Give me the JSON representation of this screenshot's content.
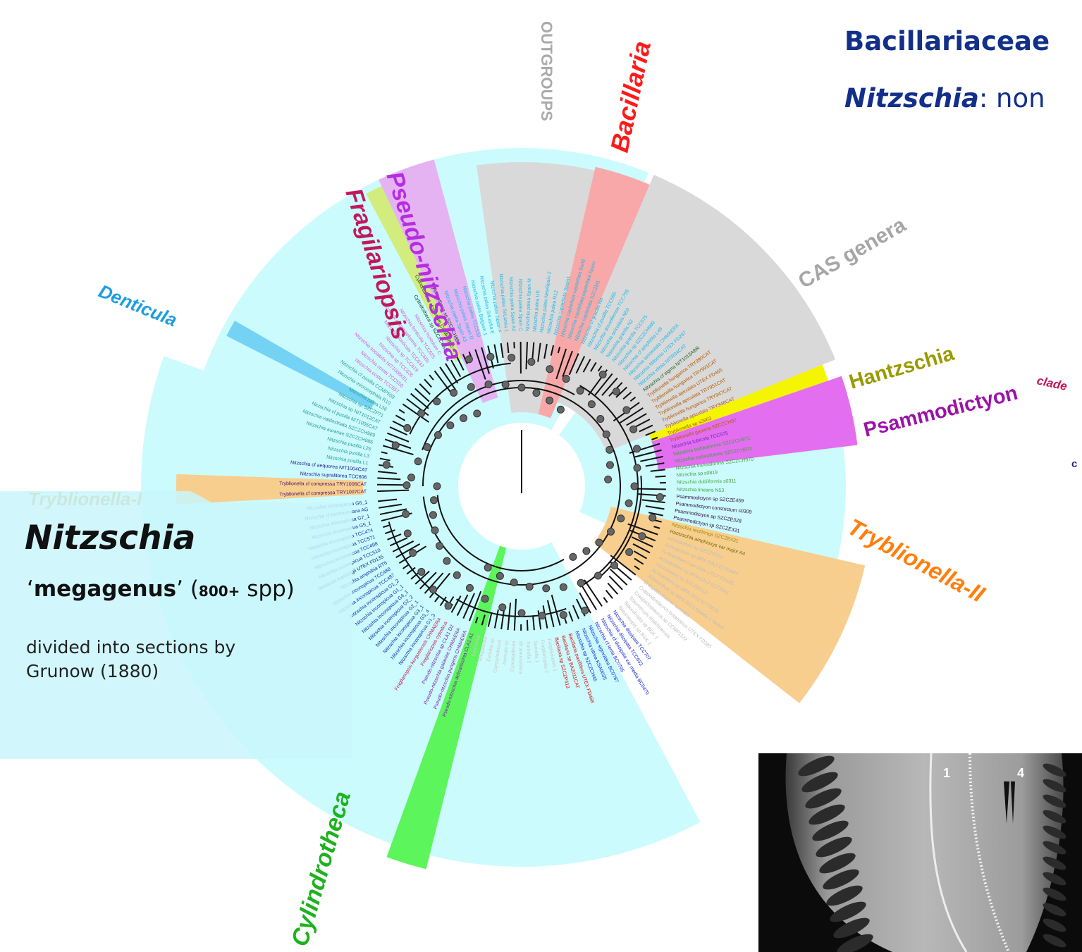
{
  "header": {
    "line1": "Bacillariaceae",
    "line2_genus": "Nitzschia",
    "line2_rest": ": non"
  },
  "clades": [
    {
      "id": "outgroups",
      "label": "OUTGROUPS",
      "color": "#aaaaaa",
      "band": "#d9d9d9"
    },
    {
      "id": "bacillaria",
      "label": "Bacillaria",
      "color": "#ff1a1a",
      "band": "#f8a8a8"
    },
    {
      "id": "cas",
      "label": "CAS genera",
      "color": "#a6a6a6",
      "band": "#d9d9d9"
    },
    {
      "id": "hantzschia",
      "label": "Hantzschia",
      "color": "#9a9a00",
      "band": "#f5f500"
    },
    {
      "id": "psammodictyon",
      "label": "Psammodictyon",
      "color": "#9b12a8",
      "band": "#e36ef0"
    },
    {
      "id": "tryblionella2",
      "label": "Tryblionella-II",
      "color": "#ff7f0e",
      "band": "#f8ce8e"
    },
    {
      "id": "cylindrotheca",
      "label": "Cylindrotheca",
      "color": "#1fb21f",
      "band": "#5cf55c"
    },
    {
      "id": "tryblionella1",
      "label": "Tryblionella-I",
      "color": "#d49a2e",
      "band": "#f8ce8e"
    },
    {
      "id": "denticula",
      "label": "Denticula",
      "color": "#1e9ee0",
      "band": "#74d3f5"
    },
    {
      "id": "fragilariopsis",
      "label": "Fragilariopsis",
      "color": "#c2185b",
      "band": "#d2ec7e"
    },
    {
      "id": "pseudonitzschia",
      "label": "Pseudo-nitzschia",
      "color": "#b52ee0",
      "band": "#e5b3f2"
    }
  ],
  "side_labels": {
    "clade": "clade",
    "c": "c"
  },
  "nitzschia_box": {
    "title": "Nitzschia",
    "mega_open": "‘",
    "mega_word": "megagenus",
    "mega_close": "’ (",
    "count": "800+",
    "spp": " spp)",
    "line3": "divided into sections by",
    "line4": "Grunow  (1880)"
  },
  "photo": {
    "label_1": "1",
    "label_4": "4"
  },
  "leaf_labels": [
    {
      "text": "Tryblionella cf compressa TRY1007CAT",
      "color": "#4a0f6b"
    },
    {
      "text": "Tryblionella cf compressa TRY1006CAT",
      "color": "#4a0f6b"
    },
    {
      "text": "Nitzschia supralitorea TCC606",
      "color": "#21128a"
    },
    {
      "text": "Nitzschia cf aequorea NIT1004CAT",
      "color": "#21128a"
    },
    {
      "text": "Nitzschia pusilla L1",
      "color": "#2a9d8f"
    },
    {
      "text": "Nitzschia pusilla L3",
      "color": "#2a9d8f"
    },
    {
      "text": "Nitzschia pusilla L25",
      "color": "#2a9d8f"
    },
    {
      "text": "Nitzschia aurariae SZCZCH986",
      "color": "#2a9d8f"
    },
    {
      "text": "Nitzschia valdestriata SZCZCH989",
      "color": "#2a9d8f"
    },
    {
      "text": "Nitzschia cf pusilla NIT1005CAT",
      "color": "#2a9d8f"
    },
    {
      "text": "Nitzschia sp NIT1012CAT",
      "color": "#2a9d8f"
    },
    {
      "text": "Nitzschia sp SZCZP71",
      "color": "#2a9d8f"
    },
    {
      "text": "Nitzschia palea L56",
      "color": "#2a9d8f"
    },
    {
      "text": "Nitzschia microcephala R10",
      "color": "#2a9d8f"
    },
    {
      "text": "Nitzschia cf pusilla CCMP558",
      "color": "#2a9d8f"
    },
    {
      "text": "Nitzschia costei TCC657",
      "color": "#d65cd6"
    },
    {
      "text": "Nitzschia costei TCC550",
      "color": "#d65cd6"
    },
    {
      "text": "Nitzschia sociabilis NIT1008KEL",
      "color": "#d65cd6"
    },
    {
      "text": "Nitzschia sp TCC626",
      "color": "#d65cd6"
    },
    {
      "text": "Nitzschia sp TCC619",
      "color": "#d65cd6"
    },
    {
      "text": "Nitzschia fonticola TCC633",
      "color": "#d65cd6"
    },
    {
      "text": "Nitzschia cf paleaeformis TCC660",
      "color": "#d65cd6"
    },
    {
      "text": "Nitzschia fonticola TCC625",
      "color": "#d65cd6"
    },
    {
      "text": "Nitzschia frustulum C",
      "color": "#d65cd6"
    },
    {
      "text": "Cylindrotheca sp SZCZCH52",
      "color": "#123d12"
    },
    {
      "text": "Cylindrotheca closterium CCMP1855",
      "color": "#123d12"
    },
    {
      "text": "Cylindrotheca sp SZCZCH880",
      "color": "#123d12"
    },
    {
      "text": "Nitzschia palea Spain A3",
      "color": "#1ab8e8"
    },
    {
      "text": "Nitzschia palea Japan D",
      "color": "#1ab8e8"
    },
    {
      "text": "Nitzschia palea TCC530",
      "color": "#1ab8e8"
    },
    {
      "text": "Nitzschia palea Belgium 1",
      "color": "#1ab8e8"
    },
    {
      "text": "Nitzschia palea SriLanka E",
      "color": "#1ab8e8"
    },
    {
      "text": "Nitzschia palea Japan F",
      "color": "#1ab8e8"
    },
    {
      "text": "Nitzschia palea SriLanka 1",
      "color": "#1ab8e8"
    },
    {
      "text": "Nitzschia palea Spain A2",
      "color": "#1ab8e8"
    },
    {
      "text": "Nitzschia palea Spain C",
      "color": "#1ab8e8"
    },
    {
      "text": "Nitzschia palea Spain M",
      "color": "#1ab8e8"
    },
    {
      "text": "Nitzschia palea UK",
      "color": "#1ab8e8"
    },
    {
      "text": "Nitzschia palea NewSpain 2",
      "color": "#1ab8e8"
    },
    {
      "text": "Nitzschia palea R12",
      "color": "#1ab8e8"
    },
    {
      "text": "Nitzschia capitellata Spain1",
      "color": "#1ab8e8"
    },
    {
      "text": "Nitzschia capitellata capitellata Sudd",
      "color": "#1ab8e8"
    },
    {
      "text": "Nitzschia capitellata capitellata Spain",
      "color": "#1ab8e8"
    },
    {
      "text": "Nitzschia capitellata SZCZM1",
      "color": "#1ab8e8"
    },
    {
      "text": "Nitzschia cf gracilis N4",
      "color": "#1ab8e8"
    },
    {
      "text": "Nitzschia cf pusilla TCC585",
      "color": "#1ab8e8"
    },
    {
      "text": "Nitzschia draveillensis TCC758",
      "color": "#1ab8e8"
    },
    {
      "text": "Nitzschia acicularis N50",
      "color": "#1ab8e8"
    },
    {
      "text": "Nitzschia gracilis N2",
      "color": "#1ab8e8"
    },
    {
      "text": "Nitzschia gracilis TCC575",
      "color": "#1ab8e8"
    },
    {
      "text": "Nitzschia sp SZCZCH990",
      "color": "#1ab8e8"
    },
    {
      "text": "Nitzschia cf amphibia L48",
      "color": "#1ab8e8"
    },
    {
      "text": "Nitzschia lanceolata CHMAERA",
      "color": "#1ab8e8"
    },
    {
      "text": "Nitzschia filiformis UTEX FD267",
      "color": "#1ab8e8"
    },
    {
      "text": "Nitzschia vitrea NITR04CAT",
      "color": "#1ab8e8"
    },
    {
      "text": "Nitzschia cf sigma NIT1013ABR",
      "color": "#1b5e20"
    },
    {
      "text": "Tryblionella hungarica TRY990CAT",
      "color": "#b35c00"
    },
    {
      "text": "Tryblionella hungarica TRY991CAT",
      "color": "#b35c00"
    },
    {
      "text": "Tryblionella apiculata UTEX FD465",
      "color": "#b35c00"
    },
    {
      "text": "Tryblionella apiculata TRY951CAT",
      "color": "#b35c00"
    },
    {
      "text": "Tryblionella hungarica TRY947CAT",
      "color": "#b35c00"
    },
    {
      "text": "Tryblionella apiculata TRY946CAT",
      "color": "#b35c00"
    },
    {
      "text": "Tryblionella sp s0863",
      "color": "#b35c00"
    },
    {
      "text": "Tryblionella gaoana SZCZCH97",
      "color": "#b35c00"
    },
    {
      "text": "Nitzschia tubicola TCC575",
      "color": "#6d2aa8"
    },
    {
      "text": "Nitzschia traheaformis SZCZCH971",
      "color": "#3fa33f"
    },
    {
      "text": "Nitzschia traheaformis SZCZCH972",
      "color": "#3fa33f"
    },
    {
      "text": "Nitzschia traheaformis SZCZCH970",
      "color": "#3fa33f"
    },
    {
      "text": "Nitzschia sp s0819",
      "color": "#3fa33f"
    },
    {
      "text": "Nitzschia dubiiformis s0311",
      "color": "#3fa33f"
    },
    {
      "text": "Nitzschia linearis N53",
      "color": "#3fa33f"
    },
    {
      "text": "Psammodictyon sp SZCZE459",
      "color": "#2d0a3d"
    },
    {
      "text": "Psammodictyon constrictum s0309",
      "color": "#2d0a3d"
    },
    {
      "text": "Psammodictyon sp SZCZE328",
      "color": "#2d0a3d"
    },
    {
      "text": "Psammodictyon sp SZCZE331",
      "color": "#2d0a3d"
    },
    {
      "text": "Nitzschia rectilonga SZCZE431",
      "color": "#a28c00"
    },
    {
      "text": "Hantzschia amphioxys var major A4",
      "color": "#6b6b00"
    },
    {
      "text": "Achnanthes sp SZCZP113",
      "color": "#bdbdbd"
    },
    {
      "text": "Achnanthes sp MPA 2013 ECT3884",
      "color": "#bdbdbd"
    },
    {
      "text": "Achnanthes coarctata UTEX FD185",
      "color": "#bdbdbd"
    },
    {
      "text": "Achnanthes sp MPA 2013 ECT3911",
      "color": "#bdbdbd"
    },
    {
      "text": "Achnanthes sp SZCZM119",
      "color": "#bdbdbd"
    },
    {
      "text": "Achnanthes sp MPA 2013 ECT3833",
      "color": "#bdbdbd"
    },
    {
      "text": "Achnanthes sp MPA 2013 Seattle 1 Nickel",
      "color": "#bdbdbd"
    },
    {
      "text": "Craspedostauros australis",
      "color": "#bdbdbd"
    },
    {
      "text": "Craspedostauros britannicus UTEX FD185",
      "color": "#bdbdbd"
    },
    {
      "text": "Craspedostauros sp CCMP1122",
      "color": "#bdbdbd"
    },
    {
      "text": "Staurotropis khakhinensis",
      "color": "#bdbdbd"
    },
    {
      "text": "Staurotropis sp BGK 1",
      "color": "#bdbdbd"
    },
    {
      "text": "Staurotropis sp BGK 2",
      "color": "#bdbdbd"
    },
    {
      "text": "Nitzschia dissipata TCC707",
      "color": "#0a1fd6"
    },
    {
      "text": "Nitzschia dissipata TCC632",
      "color": "#0a1fd6"
    },
    {
      "text": "Nitzschia cf dissipata var media BC0470",
      "color": "#0a1fd6"
    },
    {
      "text": "Nitzschia cf lenta BC0795",
      "color": "#0a1fd6"
    },
    {
      "text": "Nitzschia sigmoidea BC0787",
      "color": "#0a1fd6"
    },
    {
      "text": "Nitzschia vitrea KSA0035",
      "color": "#0a1fd6"
    },
    {
      "text": "Nitzschia sp SZCZCH46",
      "color": "#0a1fd6"
    },
    {
      "text": "Bacillaria paxillifera UTEX FD468",
      "color": "#d60a0a"
    },
    {
      "text": "Bacillaria sp BA2011CAT",
      "color": "#d60a0a"
    },
    {
      "text": "Bacillaria sp SZCZP613",
      "color": "#d60a0a"
    },
    {
      "text": "Fragilariopsis 1",
      "color": "#c8c8c8"
    },
    {
      "text": "Fragilariopsis 2",
      "color": "#c8c8c8"
    },
    {
      "text": "Surirella 1",
      "color": "#c8c8c8"
    },
    {
      "text": "Surirella 2",
      "color": "#c8c8c8"
    },
    {
      "text": "Entomoneis sp",
      "color": "#c8c8c8"
    },
    {
      "text": "Cymatopleura",
      "color": "#c8c8c8"
    },
    {
      "text": "Auricula sp",
      "color": "#c8c8c8"
    },
    {
      "text": "Campylodiscus",
      "color": "#c8c8c8"
    },
    {
      "text": "Eunotia sp",
      "color": "#c8c8c8"
    },
    {
      "text": "Rhopalodia",
      "color": "#c8c8c8"
    },
    {
      "text": "Epithemia",
      "color": "#c8c8c8"
    },
    {
      "text": "Pseudo-nitzschia delicatissima CLA1 A1",
      "color": "#7a1fa8"
    },
    {
      "text": "Pseudo-nitzschia pungens CHMAERA",
      "color": "#7a1fa8"
    },
    {
      "text": "Pseudo-nitzschia galaxiae CHMAERA",
      "color": "#7a1fa8"
    },
    {
      "text": "Pseudo-nitzschia sp CLA1 D2",
      "color": "#7a1fa8"
    },
    {
      "text": "Fragilariopsis cylindrus",
      "color": "#c2185b"
    },
    {
      "text": "Fragilariopsis kerguelensis CHMAERA",
      "color": "#c2185b"
    },
    {
      "text": "Nitzschia inconspicua G1_3",
      "color": "#1a2aa8"
    },
    {
      "text": "Nitzschia inconspicua G3_4",
      "color": "#1a2aa8"
    },
    {
      "text": "Nitzschia inconspicua G3_1",
      "color": "#1a2aa8"
    },
    {
      "text": "Nitzschia inconspicua G2_1",
      "color": "#1a2aa8"
    },
    {
      "text": "Nitzschia inconspicua G2_2",
      "color": "#1a2aa8"
    },
    {
      "text": "Nitzschia inconspicua G4_1",
      "color": "#1a2aa8"
    },
    {
      "text": "Nitzschia inconspicua G1_1",
      "color": "#1a2aa8"
    },
    {
      "text": "Nitzschia inconspicua G1_2",
      "color": "#1a2aa8"
    },
    {
      "text": "Nitzschia inconspicua TCC487",
      "color": "#1a2aa8"
    },
    {
      "text": "Nitzschia inconspicua TCC488",
      "color": "#1a2aa8"
    },
    {
      "text": "Nitzschia amphibia RT5",
      "color": "#1a2aa8"
    },
    {
      "text": "Denticula kuetzingii UTEX FD135",
      "color": "#0a1f6b"
    },
    {
      "text": "Nitzschia inconspicua TCC510",
      "color": "#1a2aa8"
    },
    {
      "text": "Nitzschia inconspicua TCC498",
      "color": "#1a2aa8"
    },
    {
      "text": "Nitzschia inconspicua TCC571",
      "color": "#1a2aa8"
    },
    {
      "text": "Nitzschia inconspicua TCC474",
      "color": "#1a2aa8"
    },
    {
      "text": "Nitzschia inconspicua G5_1",
      "color": "#1a2aa8"
    },
    {
      "text": "Nitzschia inconspicua G7_1",
      "color": "#1a2aa8"
    },
    {
      "text": "Nitzschia cf bulnheimiana AG",
      "color": "#1a2aa8"
    },
    {
      "text": "Nitzschia inconspicua G6_1",
      "color": "#1a2aa8"
    }
  ]
}
